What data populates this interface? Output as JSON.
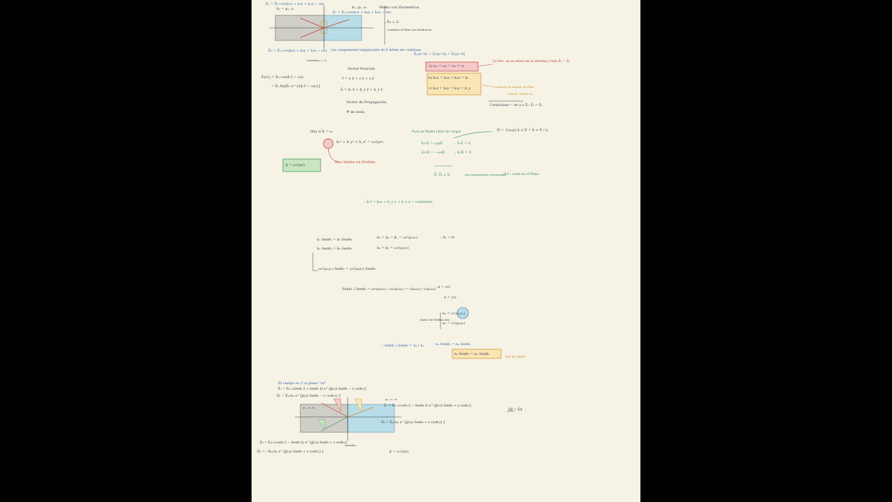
{
  "page": {
    "top": {
      "eq1": "Ē₁ = Ē₀ cos(k₁x + k₁y + k₁z − ωt)",
      "eq1b": "k₁ = μ₁, ε₁",
      "eq2": "Ē₂ = Ē₀ cos(k₂x + k₂y + k₂z − ωt)",
      "lbl_medio": "Medio con Parámetros",
      "lbl_k2": "k₂, μ₂, ε₂",
      "eq_right": "; Ē₀ ⊥ n̄",
      "lbl_plano": "Contiene el Plano de incidencia",
      "eq3": "Ē₃ = Ē₀ cos(k₃x + k₃y + k₃z − ωt)",
      "lbl_interfaz": "interfaz z = 0",
      "lbl_comp": "Las componentes tangenciales de Ē deben ser continuas",
      "eq_cont": "Ē₁(z=0) = Ē₂(z=0) = Ē₃(z=0)"
    },
    "boxes": {
      "b1": "a) ω₁ = ω₂ = ω₃ = ω",
      "b2": "b) k₁x = k₂x = k₃x = kₓ",
      "b3": "c) k₁y = k₂y = k₃y = k_y",
      "note_red": "La frec. no se altera en la interfaz y todo Ē₁ = Ē₂",
      "note_orange": "Condición de Ángulo de Fase",
      "note_orange2": "Fenom. Idénticos",
      "note_ink": "Condiciones = de ω y Ē₁, Ē₂ = Ē₃"
    },
    "mid": {
      "eq_field": "Ē(r,t) = Ē₀ cos(k̄·r̄ − ωt)",
      "eq_field2": "= Ē₀ Re[Ē₀ e^{i(k̄·r̄ − ωt)}]",
      "lbl_pos": "Vector Posición",
      "eq_r": "r̄ = x x̂ + y ŷ + z ẑ",
      "eq_k": "k̄ = kₓ x̂ + k_y ŷ + k_z ẑ",
      "lbl_prop": "Vector de Propagación",
      "lbl_onda": "# de onda",
      "eq_ko": "Hay si k̄ = ω",
      "eq_disp": "kₓ² + k_y² + k_z² = ω√(με)",
      "eq_beta": "β = ω√(με)",
      "lbl_beta": "Para Medios sin Pérdidas",
      "lbl_max": "Para un Medio Libre de cargas",
      "eq_h": "H̄ = 1/(ωμ) k̄ × Ē = k̂ × Ē / η",
      "eq_m1": "k̄×Ē = ωμH̄",
      "eq_m1b": "; k̄·Ē = 0",
      "eq_m2": "k̄×H̄ = −ωεĒ",
      "eq_m2b": "; k̄·H̄ = 0",
      "eq_perp": "Ē, H̄ ⊥ k̄",
      "lbl_perp": "son mutuamente ortogonales",
      "eq_plano": "; k̄·r̄ : const en el Plano",
      "eq_const": ": k̄·r̄ = kₓx + k_y y + k_z z = constante"
    },
    "snell": {
      "s1": "k₁ Senθ₁ = k₃ Senθ₃",
      "s1b": "k₁ = k₂ = β₁ = ω√(μ₁ε₁)",
      "s1c": "∴ θ₁ = θᵣ",
      "s2": "k₁ Senθ₁ = k₂ Senθ₂",
      "s2b": "k₂ = β₂ = ω√(μ₂ε₂)",
      "s3": "ω√(μ₁ε₁) Senθ₁ = ω√(μ₂ε₂) Senθ₂",
      "frac1": "Senθ₁ / Senθ₂ = ω√(μ₂ε₂) / ω√(μ₁ε₁) = √(μ₂ε₂) / √(μ₁ε₁)",
      "n_def": "; n = c/v",
      "n_def2": "n = c/v",
      "lbl_idx": "Índice de Refracción",
      "n1": "n₁ = c√(μ₁ε₁)",
      "n2": "n₂ = c√(μ₂ε₂)",
      "frac2": "∴ Senθ₁ / Senθ₂ = n₂ / n₁",
      "snell1": "n₁ Senθ₁ = n₂ Senθ₂",
      "snell_box": "n₁ Senθ₁ = n₂ Senθ₂",
      "snell_lbl": "Ley de Snell"
    },
    "bottom": {
      "title": "El campo es // al plano \"xz\"",
      "e1": "Ē₁ = Ē₀₁ (Senθ₁ ẑ + Senθ₁ x̂) e^{jβ₁(x Senθ₁ − z cosθ₁)}",
      "h1": "H̄₁ = Ē₀₁/η₁ e^{jβ₁(x Senθ₁ − z cosθ₁)} ŷ",
      "lbl_m1": "μ₁, ε₁, σ₁",
      "lbl_m2": "μ₂, ε₂, σ₂",
      "e2": "Ē₂ = Ē₀₂ (cosθ₂ x̂ − Senθ₂ ẑ) e^{jβ₂(x Senθ₂ + z cosθ₂)}",
      "h2": "H̄₂ = Ē₀₂/η₂ e^{jβ₂(x Senθ₂ + z cosθ₂)} ŷ",
      "e3": "Ē₃ = Ē₀₃ (cosθ₃ x̂ − Senθ₃ ẑ) e^{jβ₃(x Senθ₃ + z cosθ₃)}",
      "h3": "H̄₃ = −Ē₀₃/η₁ e^{jβ₁(x Senθ₃ + z cosθ₃)} ŷ",
      "lbl_int": "interfaz",
      "beta": "β = ω√(με)",
      "htan": "H̄∥ = Ē∥"
    }
  },
  "colors": {
    "page": "#f6f3e6",
    "blue": "#2c5ea8",
    "red": "#c0392b",
    "orange": "#d18a1a",
    "green": "#2e8b57"
  }
}
